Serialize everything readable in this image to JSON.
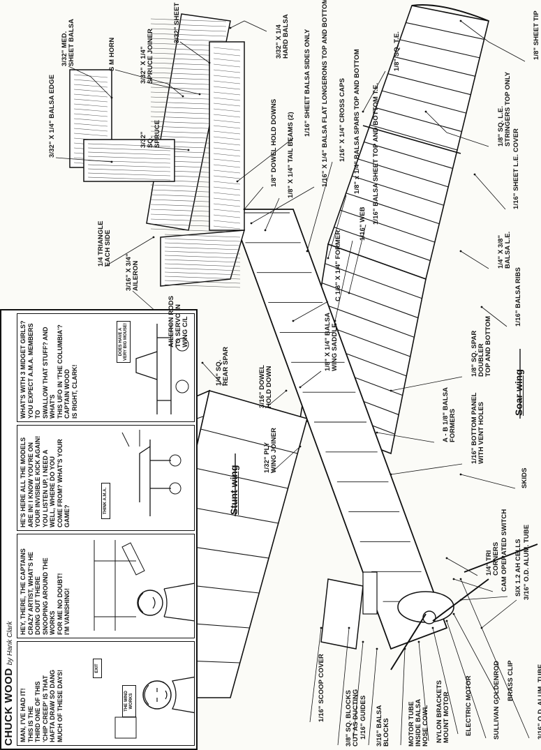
{
  "comic": {
    "title": "CHUCK WOOD",
    "byline": "by Hank Clark",
    "panels": [
      {
        "lines": [
          "MAN, I'VE HAD IT!",
          "THIS IS THE",
          "THIRD ONE OF THIS",
          "'CHIP CREEP' IS THAT",
          "HAFTA DRAW SO DANG",
          "MUCH OF THESE DAYS!"
        ]
      },
      {
        "lines": [
          "HEY, THERE, THE CAPTAINS",
          "CRAZY ARTIST, WHAT'S HE",
          "DOING OUT THERE",
          "SNOOPING AROUND THE WORKS",
          "FOR ME NO DOUBT!",
          "I'M VANISHING!"
        ]
      },
      {
        "lines": [
          "HE'S HERE ALL THE MODELS",
          "ARE IN! I KNOW YOU'RE ON",
          "YOUR INVISIBLE KICK AGAIN!",
          "YOU LISTEN UP, I NEED A",
          "WELL, WHERE DO YOU",
          "COME FROM? WHAT'S YOUR GAME?"
        ]
      },
      {
        "lines": [
          "WHAT'S WITH 3 MIDGET GIRLS?",
          "YOU EXPECT A.M.A. MEMBERS TO",
          "SWALLOW THAT STUFF? AND WHAT'S",
          "THIS UFO IN 'THE COLUMBIA'?",
          "CAPTAIN WOOD",
          "IS RIGHT, CLARK!"
        ]
      }
    ],
    "signs": [
      "THE WIND WORKS",
      "EXIT",
      "THINK A.M.A.",
      "DOES HAVE A VERY BIG MOUSE!"
    ]
  },
  "sections": {
    "stunt_wing": "Stunt wing",
    "soar_wing": "Soar wing"
  },
  "callouts": [
    {
      "id": "med-sheet-balsa",
      "lines": [
        "3/32\" MED.",
        "SHEET BALSA"
      ]
    },
    {
      "id": "sm-horn",
      "lines": [
        "S M HORN"
      ]
    },
    {
      "id": "spruce-joiner",
      "lines": [
        "3/32\" X 1/4\"",
        "SPRUCE JOINER"
      ]
    },
    {
      "id": "sheet-3-32",
      "lines": [
        "3/32\" SHEET"
      ]
    },
    {
      "id": "hard-balsa",
      "lines": [
        "3/32\" X 1/4",
        "HARD BALSA"
      ]
    },
    {
      "id": "sheet-balsa-sides",
      "lines": [
        "1/16\" SHEET BALSA SIDES ONLY"
      ]
    },
    {
      "id": "flat-longerons",
      "lines": [
        "1/16\" X 1/4\" BALSA FLAT LONGERONS TOP AND BOTTOM"
      ]
    },
    {
      "id": "cross-caps",
      "lines": [
        "1/16\" X 1/4\" CROSS CAPS"
      ]
    },
    {
      "id": "spars-top-bottom",
      "lines": [
        "1/8\" x 1/4\" BALSA SPARS TOP AND BOTTOM"
      ]
    },
    {
      "id": "sq-te",
      "lines": [
        "1/8\" SQ. T.E."
      ]
    },
    {
      "id": "sheet-tip",
      "lines": [
        "1/8\" SHEET TIP"
      ]
    },
    {
      "id": "balsa-edge",
      "lines": [
        "3/32\" X 1/4\" BALSA EDGE"
      ]
    },
    {
      "id": "sq-spruce",
      "lines": [
        "3/32\"",
        "SQ.",
        "SPRUCE"
      ]
    },
    {
      "id": "dowel-hold-downs",
      "lines": [
        "1/8\" DOWEL HOLD DOWNS"
      ]
    },
    {
      "id": "tail-beams",
      "lines": [
        "1/8\" X 1/4\" TAIL BEAMS (2)"
      ]
    },
    {
      "id": "balsa-sheet-top-bottom-te",
      "lines": [
        "1/16\" BALSA SHEET TOP AND BOTTOM T.E."
      ]
    },
    {
      "id": "sq-le-stringers",
      "lines": [
        "1/8\" SQ. L.E.",
        "STRINGERS TOP ONLY"
      ]
    },
    {
      "id": "sheet-le-cover",
      "lines": [
        "1/16\" SHEET L.E. COVER"
      ]
    },
    {
      "id": "balsa-le",
      "lines": [
        "1/4\" X 3/8\"",
        "BALSA L.E."
      ]
    },
    {
      "id": "balsa-ribs",
      "lines": [
        "1/16\" BALSA RIBS"
      ]
    },
    {
      "id": "triangle-each-side",
      "lines": [
        "1/4 TRIANGLE",
        "EACH SIDE"
      ]
    },
    {
      "id": "aileron",
      "lines": [
        "3/16\" X 3/4\"",
        "AILERON"
      ]
    },
    {
      "id": "former-c",
      "lines": [
        "C  1/8\" X 1/4\" FORMER"
      ]
    },
    {
      "id": "web",
      "lines": [
        "1/16\" WEB"
      ]
    },
    {
      "id": "balsa-wing-saddle",
      "lines": [
        "1/8\" X 1/4\" BALSA",
        "WING SADDLE"
      ]
    },
    {
      "id": "aileron-rods",
      "lines": [
        "AILERON RODS",
        "TO SERVO IN",
        "WING C/L"
      ]
    },
    {
      "id": "rear-spar",
      "lines": [
        "1/4\" SQ.",
        "REAR SPAR"
      ]
    },
    {
      "id": "dowel-hold-down",
      "lines": [
        "3/16\" DOWEL",
        "HOLD DOWN"
      ]
    },
    {
      "id": "sq-spar-doubler",
      "lines": [
        "1/8\" SQ. SPAR",
        "DOUBLER",
        "TOP AND BOTTOM"
      ]
    },
    {
      "id": "balsa-formers",
      "lines": [
        "A - B  1/8\" BALSA",
        "FORMERS"
      ]
    },
    {
      "id": "bottom-panel",
      "lines": [
        "1/16\" BOTTOM PANEL",
        "WITH VENT HOLES"
      ]
    },
    {
      "id": "ply-wing-joiner",
      "lines": [
        "1/32\" PLY",
        "WING JOINER"
      ]
    },
    {
      "id": "skids",
      "lines": [
        "SKIDS"
      ]
    },
    {
      "id": "tri-corners",
      "lines": [
        "1/4\" TRI",
        "CORNERS"
      ]
    },
    {
      "id": "cam-switch",
      "lines": [
        "CAM OPERATED SWITCH"
      ]
    },
    {
      "id": "cells",
      "lines": [
        "SIX 1.2 AH CELLS"
      ]
    },
    {
      "id": "alum-tube",
      "lines": [
        "3/16\" O.D. ALUM. TUBE"
      ]
    },
    {
      "id": "scoop-cover",
      "lines": [
        "1/16\" SCOOP COVER"
      ]
    },
    {
      "id": "sq-blocks",
      "lines": [
        "3/8\" SQ. BLOCKS",
        "CUT AS DUCTING"
      ]
    },
    {
      "id": "guides",
      "lines": [
        "1/16\" GUIDES"
      ]
    },
    {
      "id": "balsa-blocks",
      "lines": [
        "3/16\" BALSA",
        "BLOCKS"
      ]
    },
    {
      "id": "motor-tube",
      "lines": [
        "MOTOR TUBE",
        "INSIDE BALSA",
        "NOSE COWL"
      ]
    },
    {
      "id": "nylon-brackets",
      "lines": [
        "NYLON BRACKETS",
        "MOUNT MOTOR"
      ]
    },
    {
      "id": "electric-motor",
      "lines": [
        "ELECTRIC MOTOR"
      ]
    },
    {
      "id": "goldenrod",
      "lines": [
        "SULLIVAN GOLDENROD"
      ]
    },
    {
      "id": "brass-clip",
      "lines": [
        "BRASS CLIP"
      ]
    },
    {
      "id": "alum-tube-2",
      "lines": [
        "3/16\" O.D. ALUM. TUBE"
      ]
    }
  ]
}
